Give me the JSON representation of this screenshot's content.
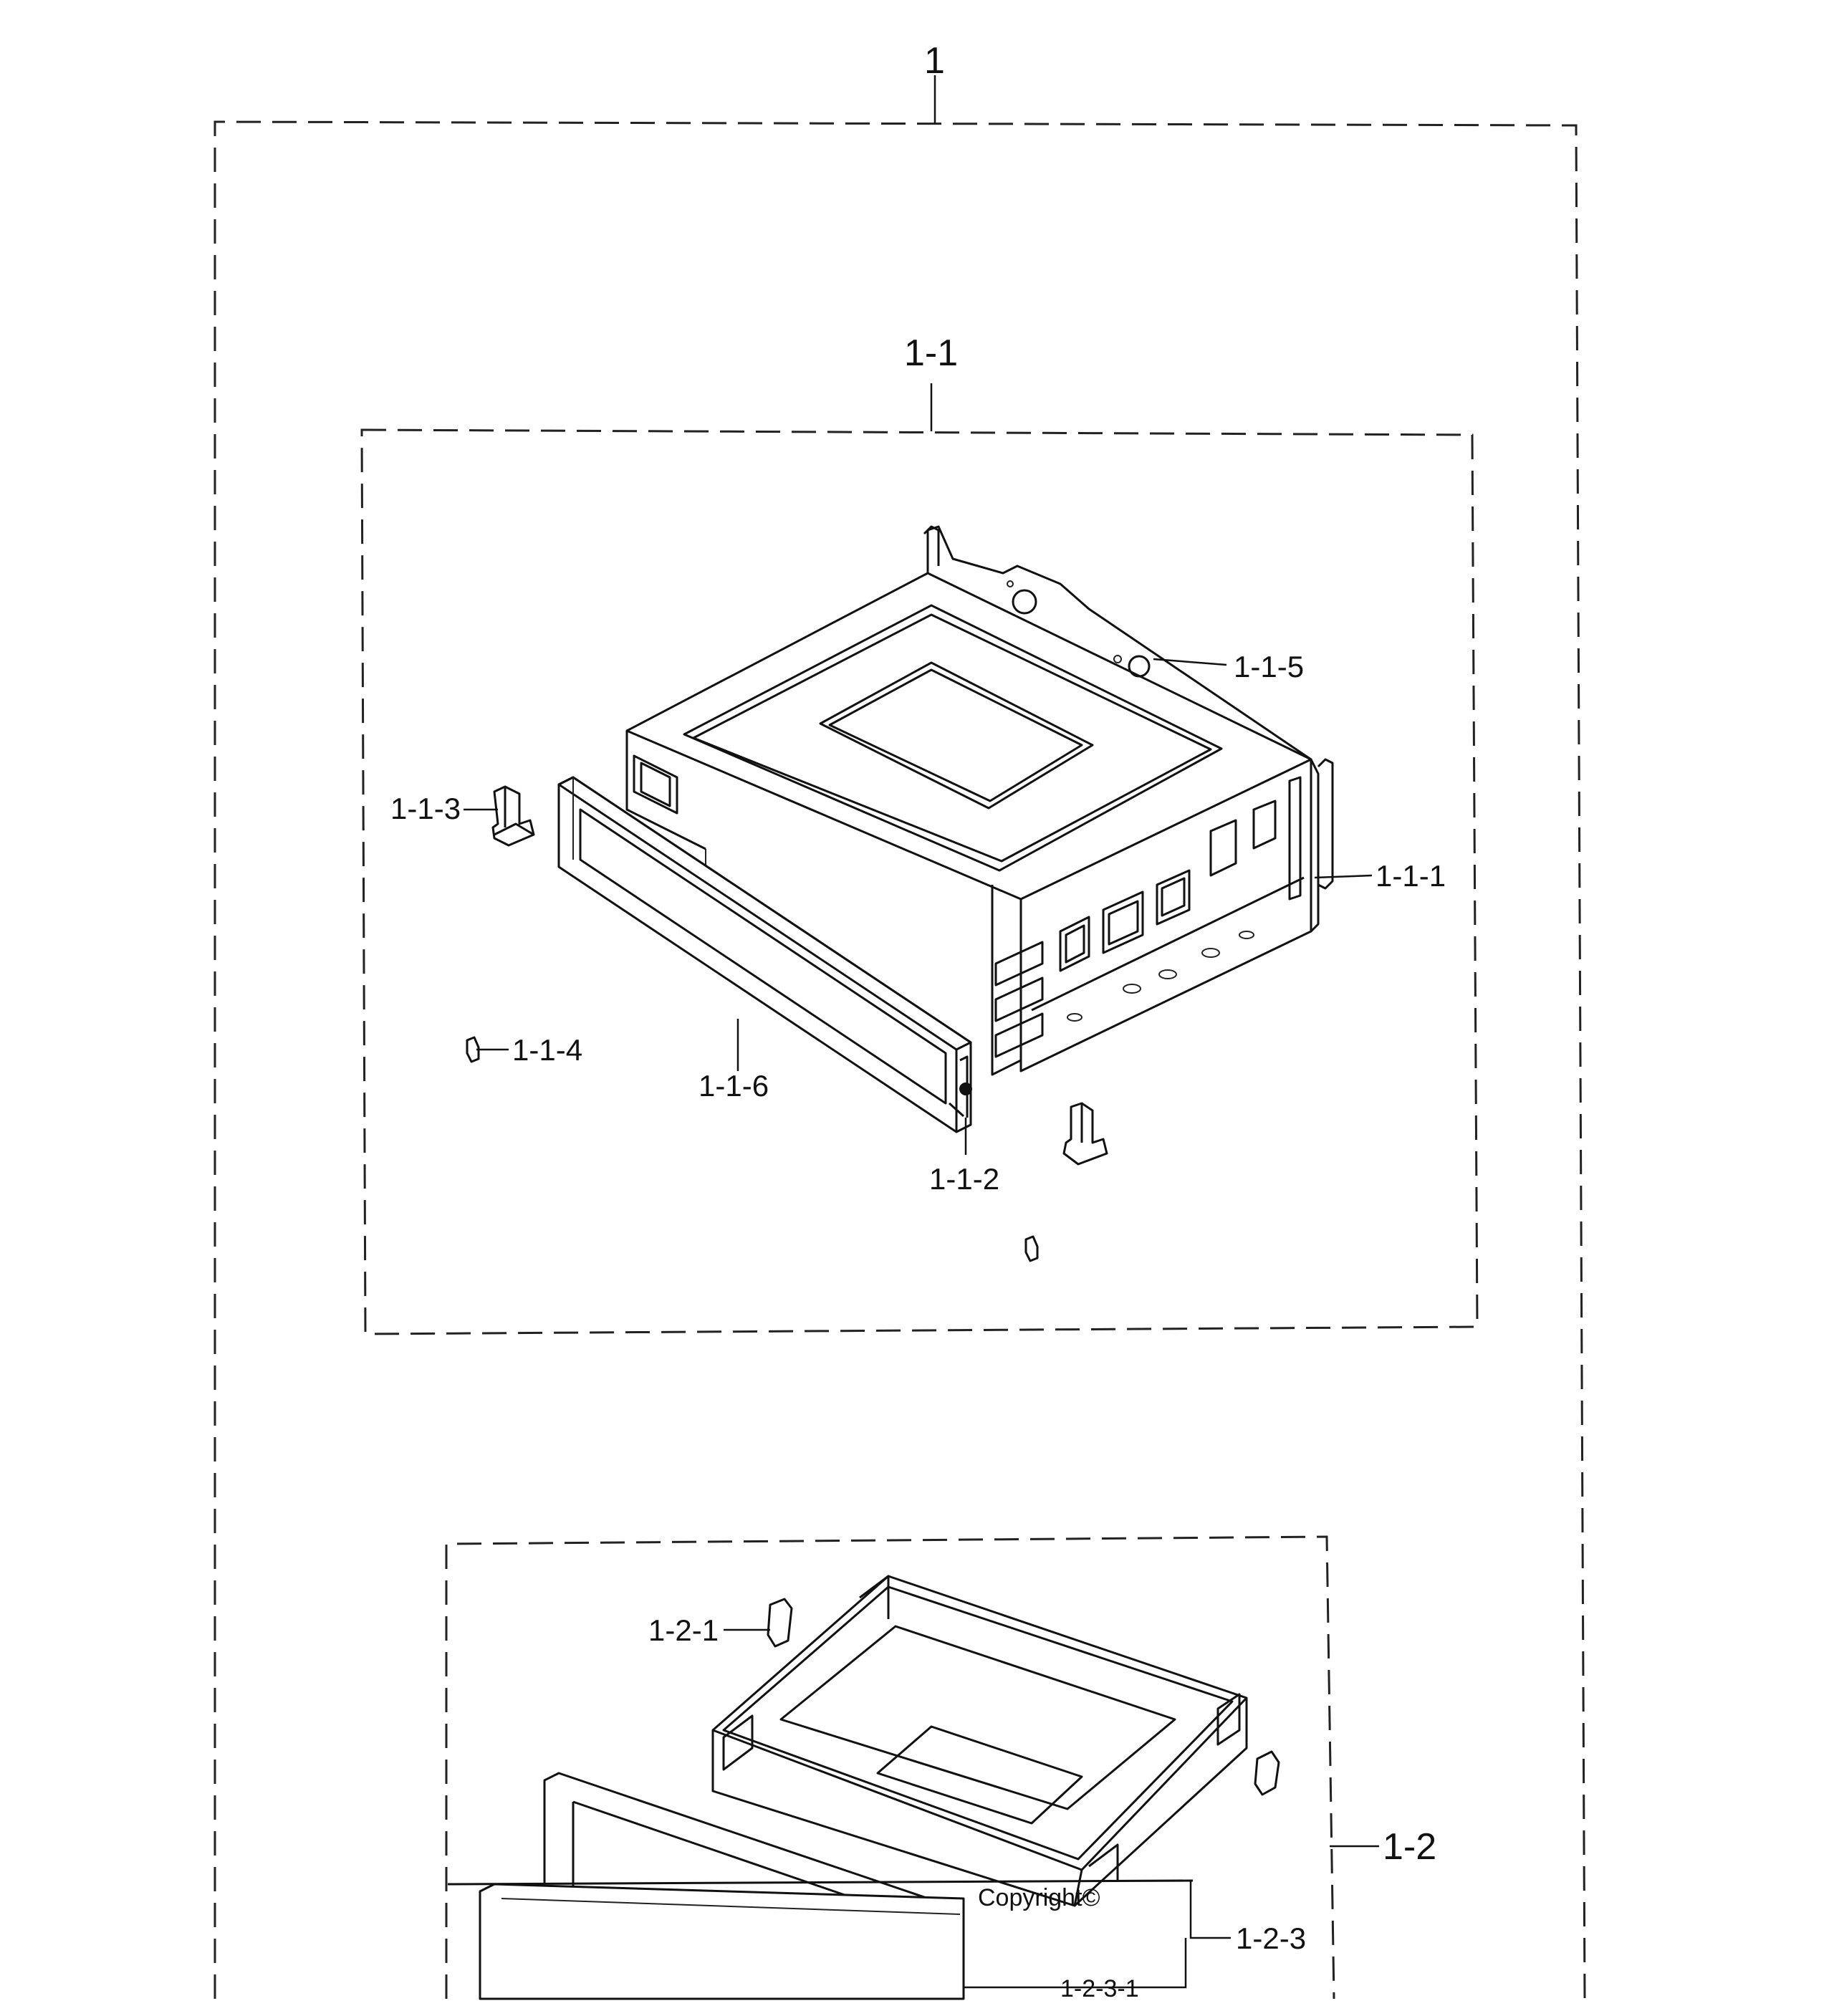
{
  "diagram": {
    "labels": {
      "assembly_1": "1",
      "assembly_1_1": "1-1",
      "part_1_1_1": "1-1-1",
      "part_1_1_2": "1-1-2",
      "part_1_1_3": "1-1-3",
      "part_1_1_4": "1-1-4",
      "part_1_1_5": "1-1-5",
      "part_1_1_6": "1-1-6",
      "assembly_1_2": "1-2",
      "part_1_2_1": "1-2-1",
      "part_1_2_3": "1-2-3",
      "part_1_2_3_1": "1-2-3-1",
      "copyright": "Copyright©"
    }
  }
}
